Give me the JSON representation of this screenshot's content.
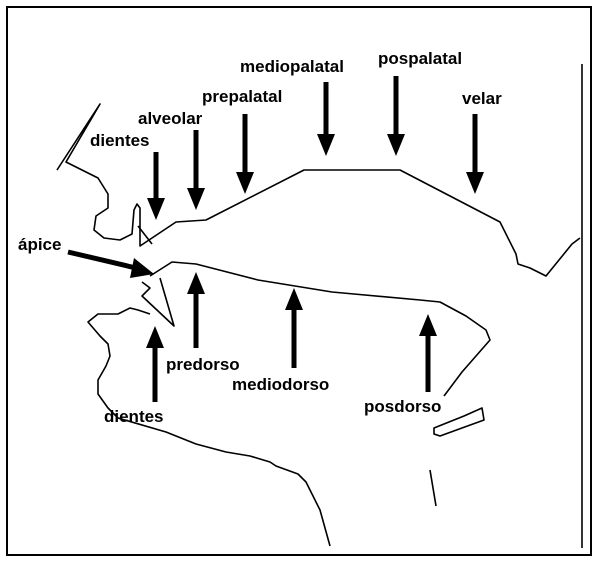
{
  "diagram": {
    "labels": {
      "mediopalatal": "mediopalatal",
      "pospalatal": "pospalatal",
      "prepalatal": "prepalatal",
      "velar": "velar",
      "alveolar": "alveolar",
      "dientes_top": "dientes",
      "apice": "ápice",
      "predorso": "predorso",
      "mediodorso": "mediodorso",
      "posdorso": "posdorso",
      "dientes_bottom": "dientes"
    },
    "colors": {
      "ink": "#000000",
      "background": "#ffffff"
    }
  }
}
